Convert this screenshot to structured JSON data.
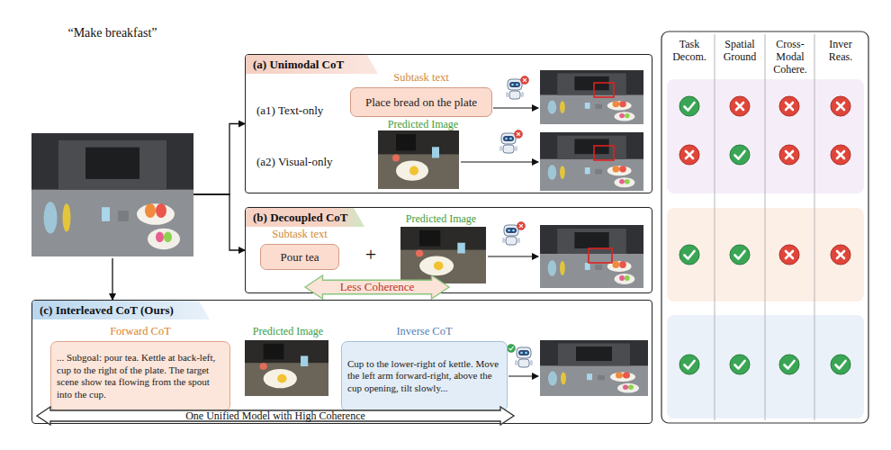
{
  "diagram": {
    "nodes": [
      {
        "text": [
          "“Make breakfast”"
        ]
      },
      {
        "text": [
          "(a) Unimodal CoT"
        ]
      },
      {
        "text": [
          "Subtask text",
          "Place bread on the plate"
        ],
        "in": 1
      },
      {
        "text": [
          "(b) Decoupled CoT"
        ]
      },
      {
        "text": [
          "Subtask text",
          "Pour tea"
        ],
        "in": 3
      },
      {
        "text": [
          "Less Coherence"
        ],
        "in": 3
      },
      {
        "text": [
          "(c) Interleaved CoT (Ours)"
        ]
      },
      {
        "text": [
          "Forward CoT",
          "... Subgoal: pour tea. Kettle at back-left, cup to the right of the plate. The target scene show tea flowing from the spout into the cup."
        ],
        "in": 6
      },
      {
        "text": [
          "Inverse CoT",
          "Cup to the lower-right of kettle. Move the left arm forward-right, above the cup opening, tilt slowly..."
        ],
        "in": 6
      },
      {
        "text": [
          "One Unified Model with High Coherence"
        ],
        "in": 6
      }
    ],
    "edges": [
      {
        "from": 0,
        "to": 1,
        "arrow": "to"
      },
      {
        "from": 0,
        "to": 3,
        "arrow": "to"
      },
      {
        "from": 0,
        "to": 6,
        "arrow": "to"
      }
    ],
    "labels": [
      "(a1) Text-only",
      "(a2) Visual-only",
      "Predicted Image",
      "+",
      "Predicted Image",
      "Predicted Image",
      "Task Decom.",
      "Spatial Ground",
      "Cross-Modal Cohere.",
      "Inver Reas."
    ]
  }
}
